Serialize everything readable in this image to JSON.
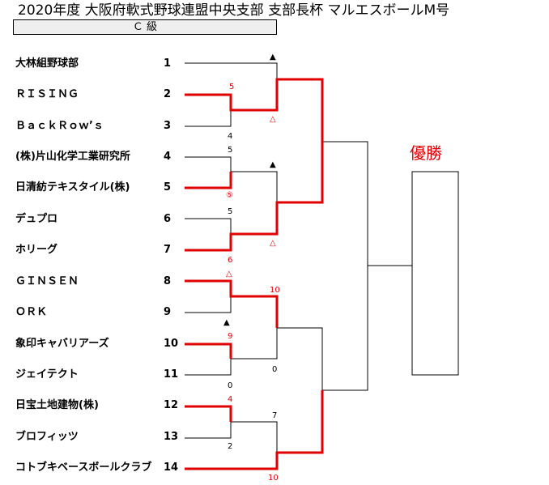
{
  "header": {
    "title": "2020年度 大阪府軟式野球連盟中央支部 支部長杯 マルエスボールM号",
    "class_label": "Ｃ 級"
  },
  "teams": [
    {
      "name": "大林組野球部",
      "num": "1"
    },
    {
      "name": "ＲＩＳＩＮＧ",
      "num": "2"
    },
    {
      "name": "ＢａｃｋＲｏｗ’ｓ",
      "num": "3"
    },
    {
      "name": "(株)片山化学工業研究所",
      "num": "4"
    },
    {
      "name": "日清紡テキスタイル(株)",
      "num": "5"
    },
    {
      "name": "デュプロ",
      "num": "6"
    },
    {
      "name": "ホリーグ",
      "num": "7"
    },
    {
      "name": "ＧＩＮＳＥＮ",
      "num": "8"
    },
    {
      "name": "ＯＲＫ",
      "num": "9"
    },
    {
      "name": "象印キャバリアーズ",
      "num": "10"
    },
    {
      "name": "ジェイテクト",
      "num": "11"
    },
    {
      "name": "日宝土地建物(株)",
      "num": "12"
    },
    {
      "name": "ブロフィッツ",
      "num": "13"
    },
    {
      "name": "コトブキベースボールクラブ",
      "num": "14"
    }
  ],
  "scores": {
    "m1_top": "5",
    "m1_bottom": "4",
    "m2_top": "5",
    "m2_bottom": "⑤",
    "m3_top": "5",
    "m3_bottom": "6",
    "m4_top": "10",
    "m5_top": "9",
    "m5_bottom": "0",
    "m6_top": "0",
    "m7_top": "4",
    "m7_bottom": "2",
    "m8_top": "7",
    "m8_bottom": "10"
  },
  "marks": {
    "triangle_filled": "▲",
    "triangle_open": "△"
  },
  "champion_label": "優勝",
  "colors": {
    "winner": "#e00000",
    "line": "#000000"
  }
}
